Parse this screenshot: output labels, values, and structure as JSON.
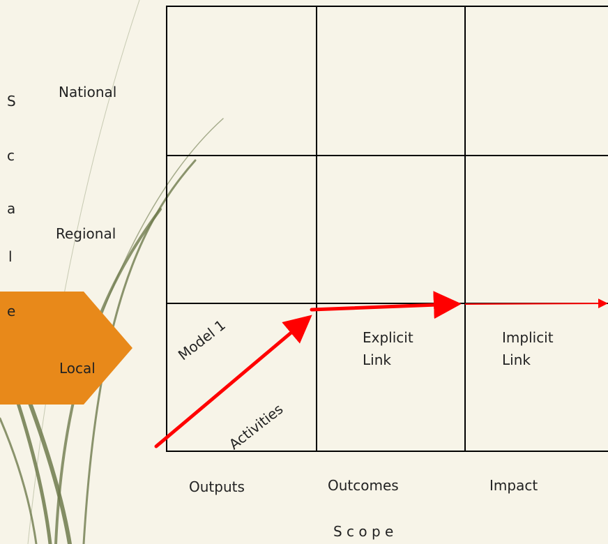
{
  "scale_axis": {
    "letters": [
      "S",
      "c",
      "a",
      "l",
      "e"
    ]
  },
  "rows": {
    "national": "National",
    "regional": "Regional",
    "local": "Local"
  },
  "columns": {
    "outputs": "Outputs",
    "outcomes": "Outcomes",
    "impact": "Impact"
  },
  "scope_title": "S c o p e",
  "annotations": {
    "model": "Model 1",
    "activities": "Activities",
    "explicit": [
      "Explicit",
      "Link"
    ],
    "implicit": [
      "Implicit",
      "Link"
    ]
  },
  "colors": {
    "arrow": "#ff0000",
    "grid": "#000000",
    "local_tab": "#e8891a",
    "background": "#f7f4e8",
    "decor_stroke": "#6e7a4c"
  }
}
